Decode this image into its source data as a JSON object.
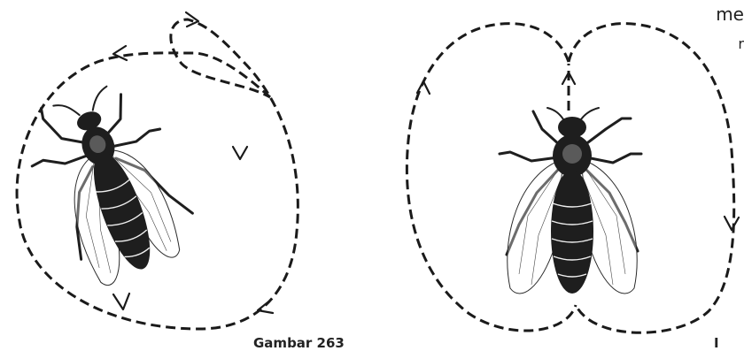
{
  "figure": {
    "left_panel": {
      "dance": "round-dance",
      "caption": "Gambar 263"
    },
    "right_panel": {
      "dance": "waggle-dance"
    },
    "partial_text": {
      "top_right_line_1": "me",
      "top_right_line_2": "r",
      "bottom_right": "I"
    }
  }
}
